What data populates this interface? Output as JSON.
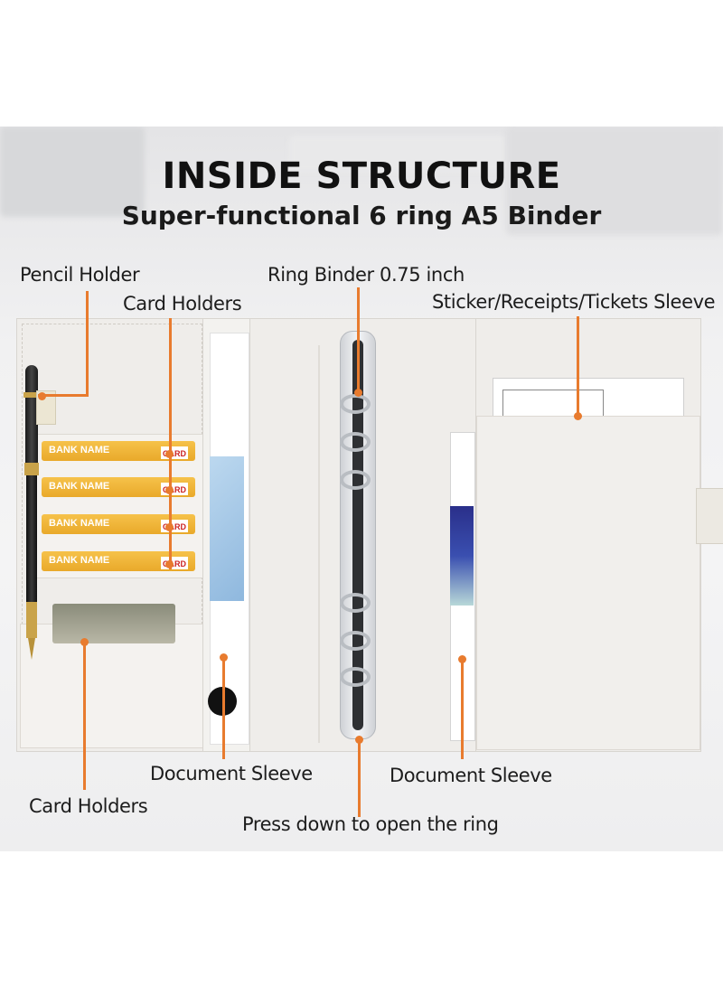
{
  "header": {
    "title": "INSIDE STRUCTURE",
    "subtitle": "Super-functional 6 ring A5 Binder"
  },
  "callouts": {
    "pencil_holder": "Pencil Holder",
    "card_holders_top": "Card Holders",
    "ring_binder": "Ring Binder 0.75 inch",
    "sticker_sleeve": "Sticker/Receipts/Tickets Sleeve",
    "document_sleeve_left": "Document Sleeve",
    "document_sleeve_right": "Document Sleeve",
    "card_holders_bottom": "Card Holders",
    "press_down": "Press down to open the ring"
  },
  "cards": [
    {
      "bank": "BANK NAME",
      "tag": "CARD"
    },
    {
      "bank": "BANK NAME",
      "tag": "CARD"
    },
    {
      "bank": "BANK NAME",
      "tag": "CARD"
    },
    {
      "bank": "BANK NAME",
      "tag": "CARD"
    }
  ],
  "colors": {
    "accent": "#e87b2e",
    "binder": "#efedea",
    "card": "#f2b83c"
  }
}
